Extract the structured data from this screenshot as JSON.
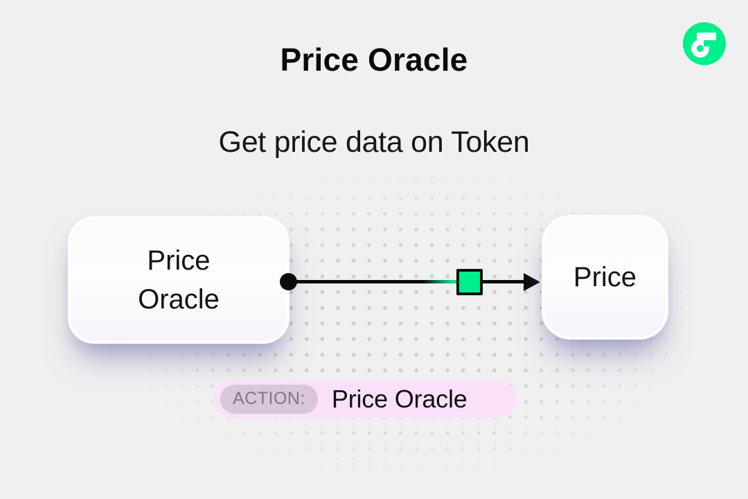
{
  "page": {
    "background": "#F0F0F0",
    "title": "Price Oracle",
    "subtitle": "Get price data on Token"
  },
  "logo": {
    "name": "Flow",
    "brand_color": "#00EF8B"
  },
  "diagram": {
    "nodes": [
      {
        "id": "price-oracle",
        "label": "Price Oracle"
      },
      {
        "id": "price",
        "label": "Price"
      }
    ],
    "edge": {
      "from": "price-oracle",
      "to": "price",
      "line_color": "#0B0B0B",
      "marker_color": "#00EF8B"
    }
  },
  "action_badge": {
    "prefix": "ACTION:",
    "label": "Price Oracle",
    "background": "#FAE1F9",
    "prefix_background": "#D8C7DA",
    "prefix_text_color": "#837488"
  }
}
